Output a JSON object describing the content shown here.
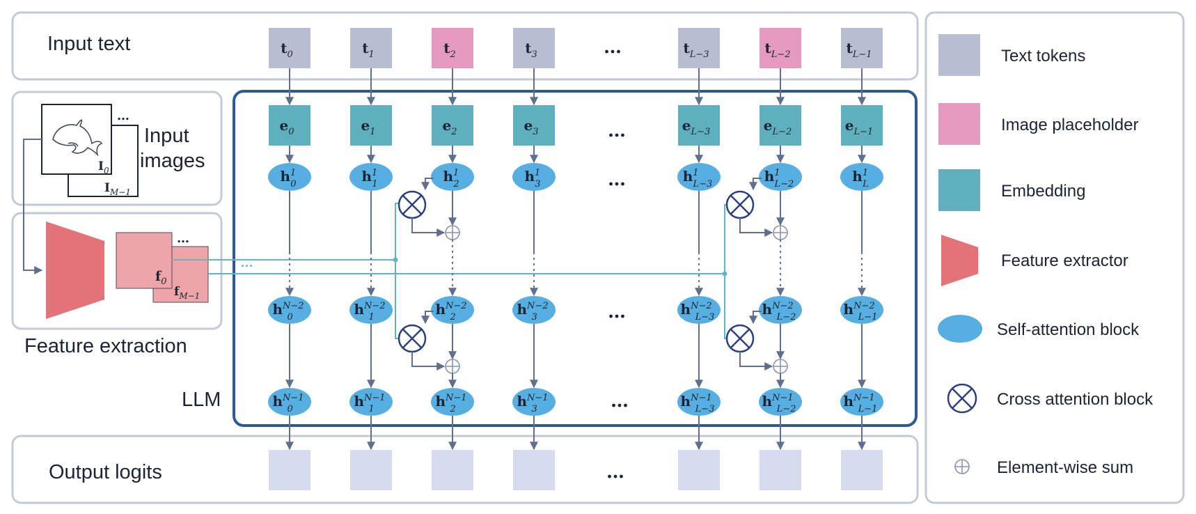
{
  "colors": {
    "panel_border": "#c5cad6",
    "llm_border": "#2d5a92",
    "text_token": "#b9bdd1",
    "image_placeholder": "#e79ac0",
    "embedding": "#5fb0bf",
    "feature_extractor": "#e27479",
    "feature_map": "#eda5a9",
    "self_attention": "#57aee0",
    "output_logit": "#d6dbee",
    "arrow": "#5f6f8d",
    "cross_connection": "#64b4c2",
    "cross_symbol": "#2d3f7e"
  },
  "panels": {
    "input_text": "Input text",
    "input_images": "Input images",
    "feature_extraction": "Feature extraction",
    "llm": "LLM",
    "output_logits": "Output logits"
  },
  "images": {
    "first": "I",
    "first_sub": "0",
    "last": "I",
    "last_sub": "M−1",
    "more": "…"
  },
  "features": {
    "first": "f",
    "first_sub": "0",
    "last": "f",
    "last_sub": "M−1",
    "more": "…",
    "connector_dots": "···"
  },
  "ellipsis": "…",
  "tokens": [
    {
      "base": "t",
      "sub": "0",
      "kind": "text"
    },
    {
      "base": "t",
      "sub": "1",
      "kind": "text"
    },
    {
      "base": "t",
      "sub": "2",
      "kind": "image"
    },
    {
      "base": "t",
      "sub": "3",
      "kind": "text"
    },
    {
      "base": "t",
      "sub": "L−3",
      "kind": "text"
    },
    {
      "base": "t",
      "sub": "L−2",
      "kind": "image"
    },
    {
      "base": "t",
      "sub": "L−1",
      "kind": "text"
    }
  ],
  "embeddings": [
    {
      "base": "e",
      "sub": "0"
    },
    {
      "base": "e",
      "sub": "1"
    },
    {
      "base": "e",
      "sub": "2"
    },
    {
      "base": "e",
      "sub": "3"
    },
    {
      "base": "e",
      "sub": "L−3"
    },
    {
      "base": "e",
      "sub": "L−2"
    },
    {
      "base": "e",
      "sub": "L−1"
    }
  ],
  "hidden_rows": [
    {
      "layer": "1",
      "subs": [
        "0",
        "1",
        "2",
        "3",
        "L−3",
        "L−2",
        "L"
      ]
    },
    {
      "layer": "N−2",
      "subs": [
        "0",
        "1",
        "2",
        "3",
        "L−3",
        "L−2",
        "L−1"
      ]
    },
    {
      "layer": "N−1",
      "subs": [
        "0",
        "1",
        "2",
        "3",
        "L−3",
        "L−2",
        "L−1"
      ]
    }
  ],
  "legend": [
    {
      "label": "Text tokens",
      "icon": "text-token-swatch"
    },
    {
      "label": "Image placeholder",
      "icon": "image-placeholder-swatch"
    },
    {
      "label": "Embedding",
      "icon": "embedding-swatch"
    },
    {
      "label": "Feature extractor",
      "icon": "feature-extractor-icon"
    },
    {
      "label": "Self-attention block",
      "icon": "self-attention-icon"
    },
    {
      "label": "Cross attention block",
      "icon": "cross-attention-icon"
    },
    {
      "label": "Element-wise sum",
      "icon": "element-sum-icon"
    }
  ]
}
